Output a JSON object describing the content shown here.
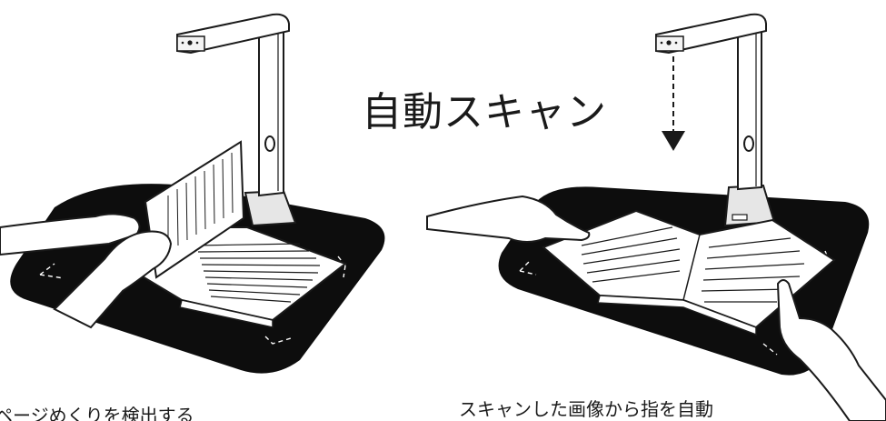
{
  "headline": "自動スキャン",
  "captions": {
    "left": "ページめくりを検出する",
    "right": "スキャンした画像から指を自動"
  },
  "colors": {
    "ink": "#1a1a1a",
    "mat": "#0d0d0d",
    "paper": "#ffffff",
    "stand_shade": "#e6e6e6"
  },
  "icons": {
    "scan_direction": "arrow-down-icon"
  }
}
